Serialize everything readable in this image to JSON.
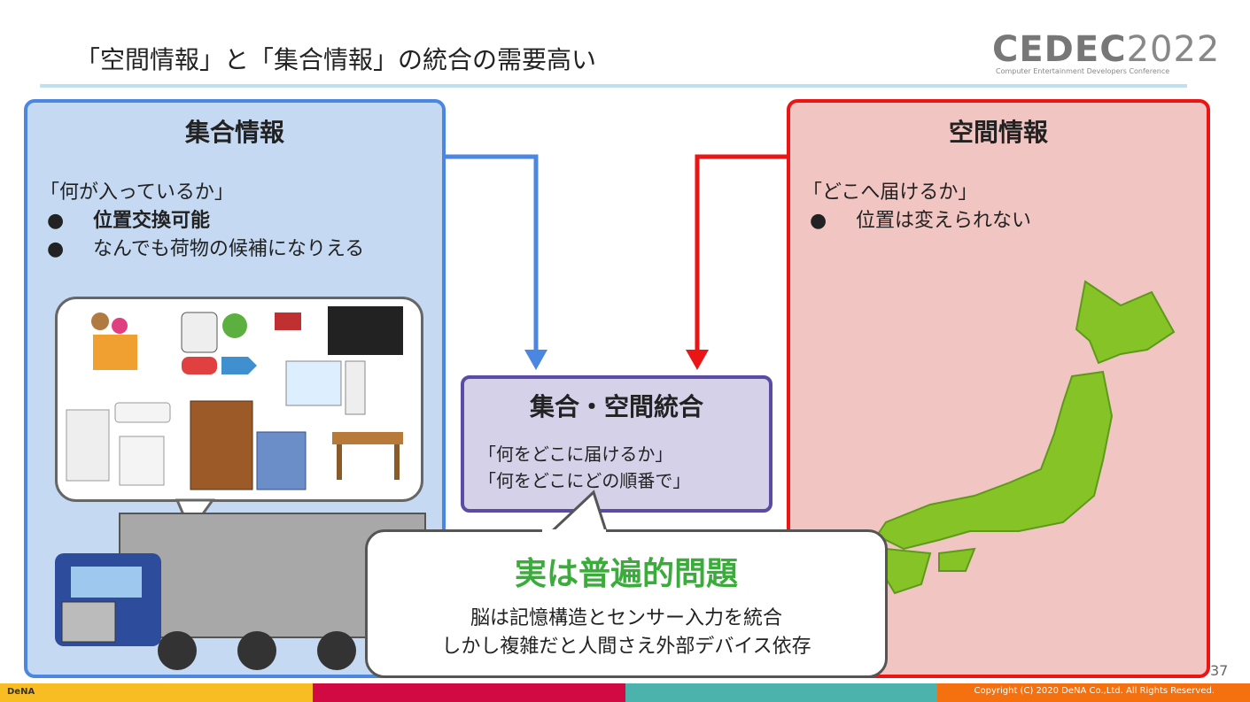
{
  "slide": {
    "title": "「空間情報」と「集合情報」の統合の需要高い",
    "page_number": "37"
  },
  "logo": {
    "name": "CEDEC",
    "year": "2022",
    "tagline": "Computer Entertainment Developers Conference"
  },
  "left_box": {
    "title": "集合情報",
    "question": "「何が入っているか」",
    "bullets": [
      "位置交換可能",
      "なんでも荷物の候補になりえる"
    ]
  },
  "right_box": {
    "title": "空間情報",
    "question": "「どこへ届けるか」",
    "bullets": [
      "位置は変えられない"
    ]
  },
  "center_box": {
    "title": "集合・空間統合",
    "lines": [
      "「何をどこに届けるか」",
      "「何をどこにどの順番で」"
    ]
  },
  "callout": {
    "headline": "実は普遍的問題",
    "lines": [
      "脳は記憶構造とセンサー入力を統合",
      "しかし複雑だと人間さえ外部デバイス依存"
    ]
  },
  "footer": {
    "brand": "DeNA",
    "copyright": "Copyright (C) 2020 DeNA Co.,Ltd. All Rights Reserved.",
    "colors": [
      "#f7bd22",
      "#d10a44",
      "#4bb3ab",
      "#f5700f"
    ]
  },
  "colors": {
    "set_border": "#4b86e1",
    "space_border": "#ec1515",
    "integration_border": "#5b4ba3",
    "headline": "#3bab3b"
  }
}
